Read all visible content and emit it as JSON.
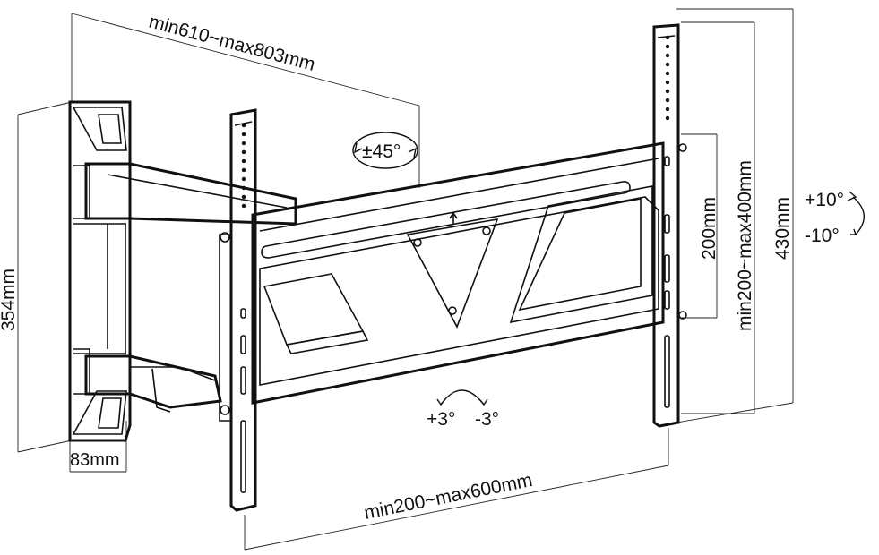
{
  "diagram": {
    "labels": {
      "depth_range": "min610~max803mm",
      "swivel": "±45°",
      "height_354": "354mm",
      "depth_83": "83mm",
      "vesa_200": "200mm",
      "vesa_vertical": "min200~max400mm",
      "height_430": "430mm",
      "tilt_plus": "+10°",
      "tilt_minus": "-10°",
      "level_plus": "+3°",
      "level_minus": "-3°",
      "vesa_horizontal": "min200~max600mm"
    }
  }
}
